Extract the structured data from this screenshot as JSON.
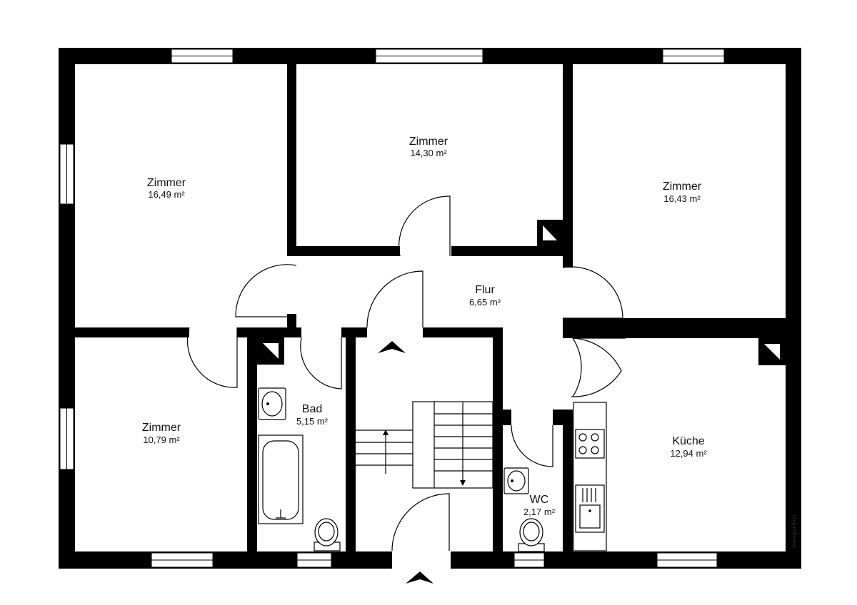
{
  "rooms": {
    "zimmer_nw": {
      "name": "Zimmer",
      "area": "16,49 m²"
    },
    "zimmer_n": {
      "name": "Zimmer",
      "area": "14,30 m²"
    },
    "zimmer_ne": {
      "name": "Zimmer",
      "area": "16,43 m²"
    },
    "flur": {
      "name": "Flur",
      "area": "6,65 m²"
    },
    "zimmer_sw": {
      "name": "Zimmer",
      "area": "10,79 m²"
    },
    "bad": {
      "name": "Bad",
      "area": "5,15 m²"
    },
    "wc": {
      "name": "WC",
      "area": "2,17 m²"
    },
    "kueche": {
      "name": "Küche",
      "area": "12,94 m²"
    }
  },
  "credit": "Immogrundriss",
  "colors": {
    "wall": "#000000",
    "background": "#ffffff"
  }
}
